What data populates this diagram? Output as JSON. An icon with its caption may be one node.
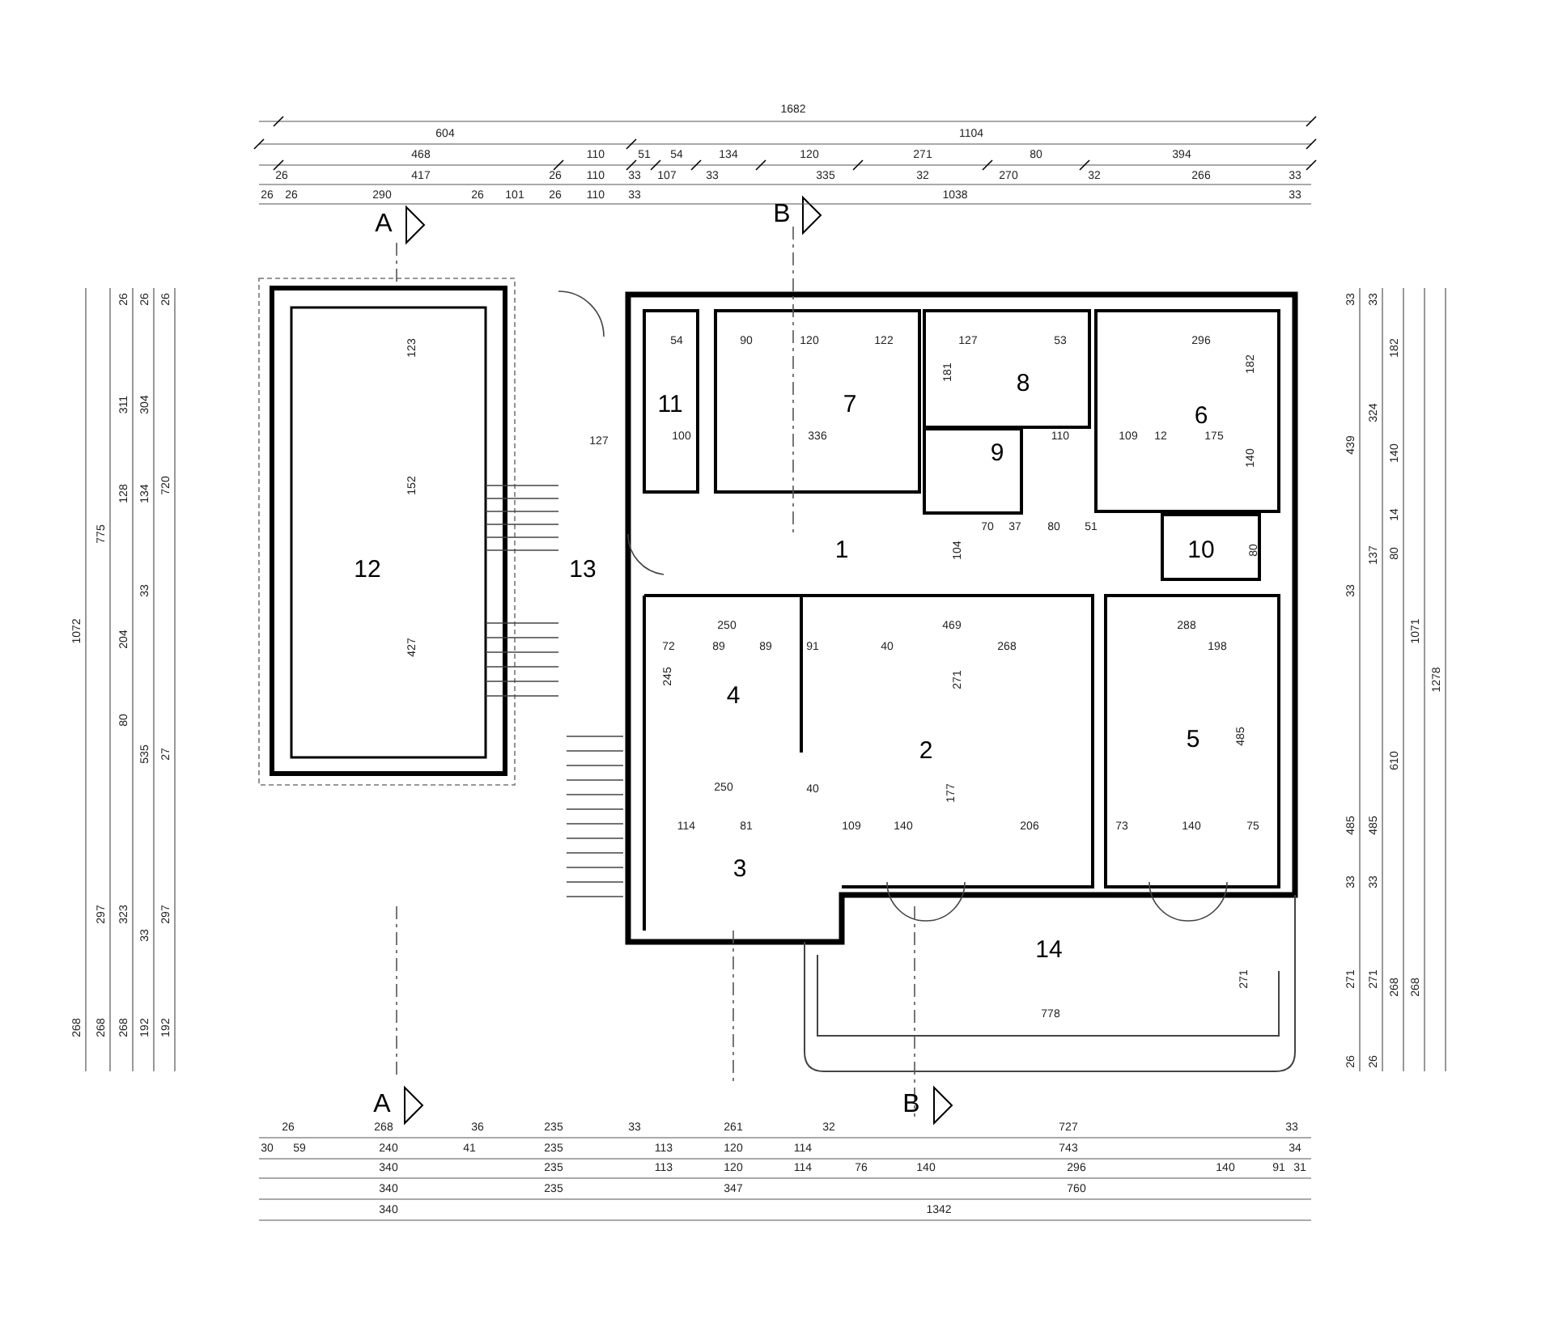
{
  "diagram": {
    "nodes": [
      {
        "text": [
          "1"
        ]
      },
      {
        "text": [
          "2"
        ]
      },
      {
        "text": [
          "3"
        ]
      },
      {
        "text": [
          "4"
        ]
      },
      {
        "text": [
          "5"
        ]
      },
      {
        "text": [
          "6"
        ]
      },
      {
        "text": [
          "7"
        ]
      },
      {
        "text": [
          "8"
        ]
      },
      {
        "text": [
          "9"
        ]
      },
      {
        "text": [
          "10"
        ]
      },
      {
        "text": [
          "11"
        ]
      },
      {
        "text": [
          "12"
        ]
      },
      {
        "text": [
          "13"
        ]
      },
      {
        "text": [
          "14"
        ]
      }
    ],
    "edges": [],
    "labels": [
      "1682",
      "604",
      "1104",
      "468",
      "110",
      "51",
      "54",
      "134",
      "120",
      "271",
      "80",
      "394",
      "26",
      "417",
      "26",
      "110",
      "33",
      "107",
      "33",
      "335",
      "32",
      "270",
      "32",
      "266",
      "33",
      "26",
      "26",
      "290",
      "26",
      "101",
      "26",
      "110",
      "33",
      "1038",
      "33",
      "A",
      "B",
      "1072",
      "268",
      "775",
      "297",
      "268",
      "26",
      "311",
      "128",
      "204",
      "80",
      "323",
      "268",
      "26",
      "304",
      "134",
      "33",
      "535",
      "33",
      "192",
      "26",
      "720",
      "27",
      "297",
      "192",
      "33",
      "439",
      "33",
      "485",
      "33",
      "271",
      "26",
      "33",
      "324",
      "137",
      "485",
      "33",
      "271",
      "26",
      "182",
      "140",
      "14",
      "80",
      "610",
      "268",
      "1071",
      "268",
      "1278",
      "A",
      "B",
      "26",
      "268",
      "36",
      "235",
      "33",
      "261",
      "32",
      "727",
      "33",
      "30",
      "59",
      "240",
      "41",
      "235",
      "113",
      "120",
      "114",
      "743",
      "34",
      "340",
      "235",
      "113",
      "120",
      "114",
      "76",
      "140",
      "296",
      "140",
      "91",
      "31",
      "340",
      "235",
      "347",
      "760",
      "340",
      "1342",
      "54",
      "90",
      "120",
      "122",
      "127",
      "53",
      "296",
      "182",
      "181",
      "100",
      "336",
      "110",
      "109",
      "12",
      "175",
      "140",
      "70",
      "37",
      "80",
      "51",
      "104",
      "80",
      "127",
      "123",
      "152",
      "427",
      "250",
      "469",
      "288",
      "72",
      "89",
      "89",
      "91",
      "40",
      "268",
      "198",
      "245",
      "271",
      "485",
      "250",
      "40",
      "114",
      "81",
      "109",
      "140",
      "177",
      "206",
      "73",
      "140",
      "75",
      "778",
      "271"
    ]
  }
}
